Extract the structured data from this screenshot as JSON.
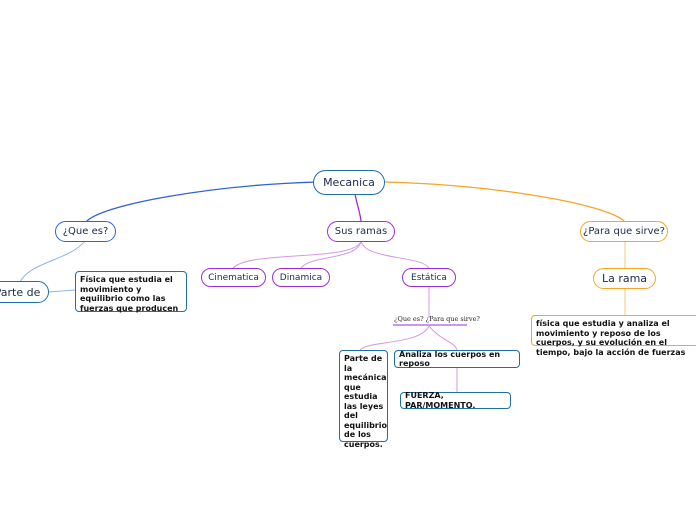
{
  "root": {
    "label": "Mecanica"
  },
  "branches": {
    "que_es": {
      "label": "¿Que es?"
    },
    "sus_ramas": {
      "label": "Sus ramas"
    },
    "para_que_sirve": {
      "label": "¿Para que sirve?"
    }
  },
  "que_es_children": {
    "parte_de": {
      "label": "Parte de"
    },
    "definition": {
      "text": "Física que estudia el movimiento y equilibrio como las fuerzas que producen"
    }
  },
  "ramas": {
    "cinematica": {
      "label": "Cinematica"
    },
    "dinamica": {
      "label": "Dinamica"
    },
    "estatica": {
      "label": "Estática"
    }
  },
  "estatica_children": {
    "question": {
      "text": "¿Que es? ¿Para que sirve?"
    },
    "definition": {
      "text": "Parte de la mecánica que estudia las leyes del equilibrio de los cuerpos."
    },
    "analiza": {
      "text": "Analiza los cuerpos en reposo"
    },
    "fuerza": {
      "text": "FUERZA, PAR/MOMENTO."
    }
  },
  "para_que_sirve_children": {
    "la_rama": {
      "label": "La rama"
    },
    "definition": {
      "text": "física que estudia y analiza el movimiento y reposo de los cuerpos, y su evolución en el tiempo, bajo la acción de fuerzas"
    }
  },
  "colors": {
    "blue": "#2f62d8",
    "purple": "#9a2fd6",
    "orange": "#f5a623",
    "teal": "#1e6fa3",
    "light_blue": "#8fb4e8",
    "light_purple": "#d39ae8",
    "light_orange": "#f6c878"
  }
}
